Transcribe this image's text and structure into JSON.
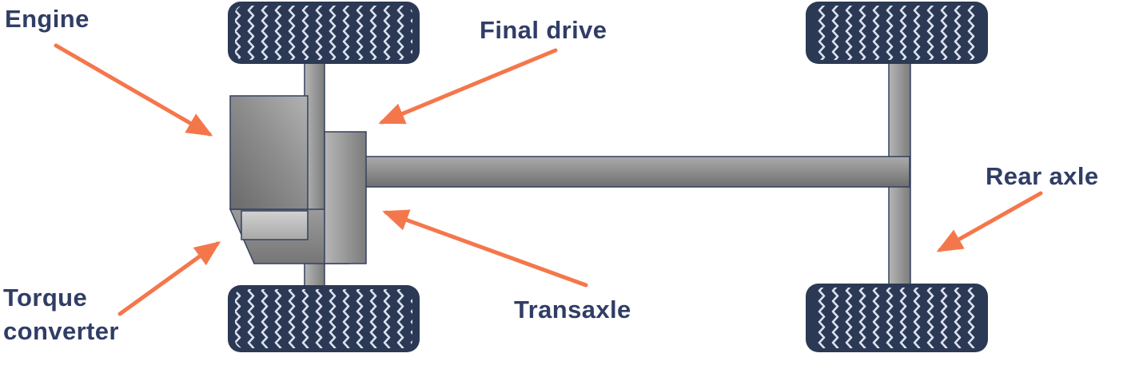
{
  "diagram": {
    "labels": {
      "engine": "Engine",
      "final_drive": "Final drive",
      "torque_converter_line1": "Torque",
      "torque_converter_line2": "converter",
      "transaxle": "Transaxle",
      "rear_axle": "Rear axle"
    },
    "colors": {
      "tire": "#2b3954",
      "tread": "#d9e1ef",
      "label_text": "#303d66",
      "arrow": "#f4774b",
      "metal_light": "#b2b2b2",
      "metal_mid": "#8f8f8f",
      "metal_dark": "#6e6e6e",
      "outline": "#33415f"
    },
    "shapes": [
      "front-top-tire",
      "front-bottom-tire",
      "rear-top-tire",
      "rear-bottom-tire",
      "front-axle-shaft",
      "rear-axle-shaft",
      "driveshaft",
      "engine-block",
      "torque-converter-block",
      "transaxle-housing"
    ]
  }
}
